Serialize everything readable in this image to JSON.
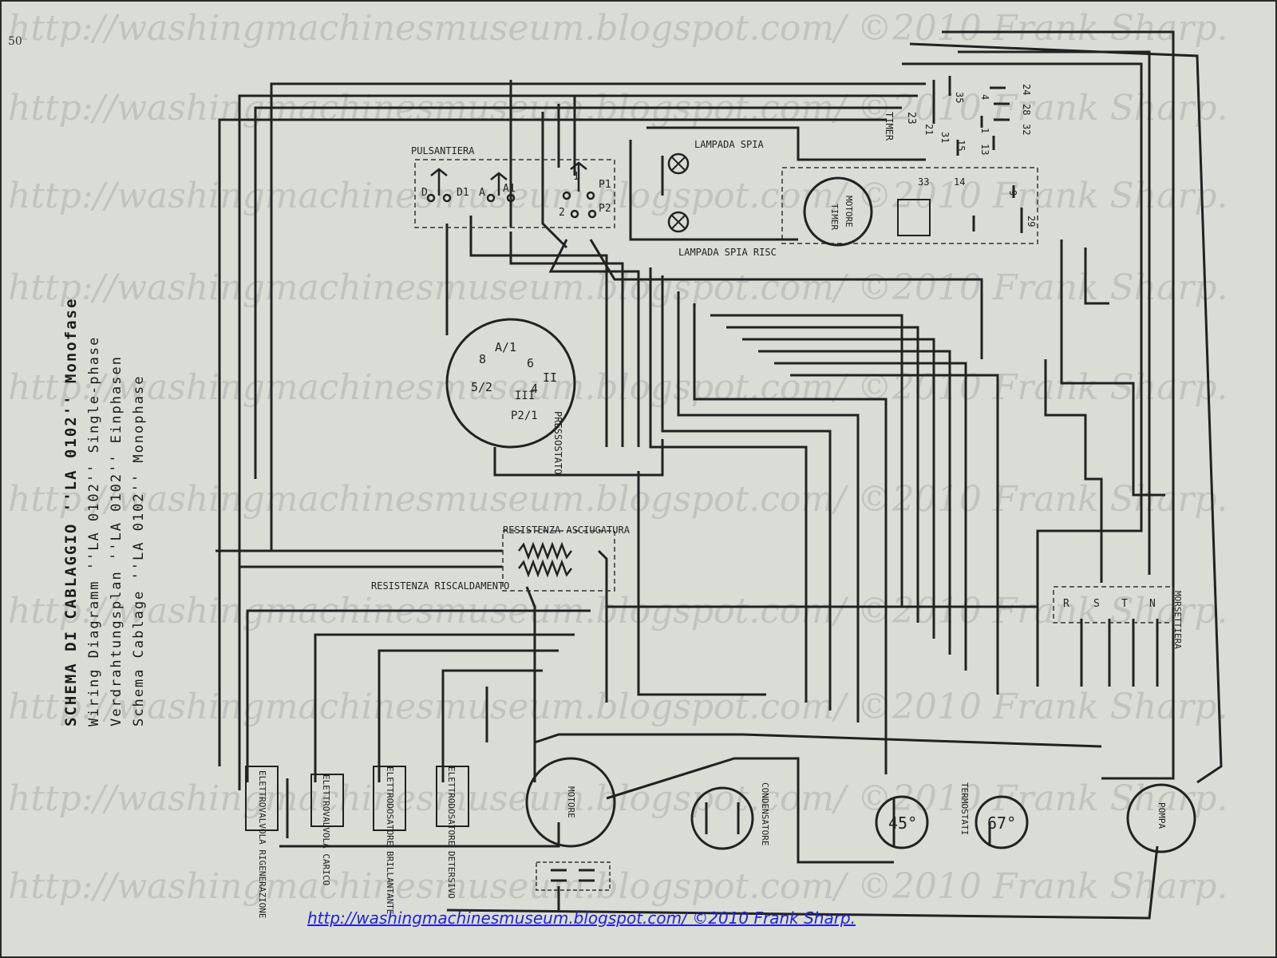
{
  "page_number": "50",
  "watermark_text": "http://washingmachinesmuseum.blogspot.com/ ©2010 Frank Sharp.",
  "title_lines": [
    "SCHEMA DI CABLAGGIO ''LA 0102'' Monofase",
    "Wiring Diagramm ''LA 0102'' Single-phase",
    "Verdrahtungsplan ''LA 0102'' Einphasen",
    "Schema Cablage ''LA 0102'' Monophase"
  ],
  "labels": {
    "pulsantiera": "PULSANTIERA",
    "lampada_spia": "LAMPADA SPIA",
    "lampada_spia_risc": "LAMPADA SPIA RISC",
    "timer": "TIMER",
    "motore_timer_a": "MOTORE",
    "motore_timer_b": "TIMER",
    "pressostato": "PRESSOSTATO",
    "resistenza_asciugatura": "RESISTENZA ASCIUGATURA",
    "resistenza_riscaldamento": "RESISTENZA RISCALDAMENTO",
    "morsettiera": "MORSETTIERA",
    "motore": "MOTORE",
    "condensatore": "CONDENSATORE",
    "termostati": "TERMOSTATI",
    "pompa": "POMPA",
    "term1": "45°",
    "term2": "67°",
    "ev_rigenerazione": "ELETTROVALVOLA RIGENERAZIONE",
    "ev_carico": "ELETTROVALVOLA CARICO",
    "ed_brillantante": "ELETTRODOSATORE BRILLANTANTE",
    "ed_detersivo": "ELETTRODOSATORE DETERSIVO"
  },
  "button_labels": [
    "D",
    "D1",
    "A",
    "A1",
    "1",
    "P1",
    "2",
    "P2"
  ],
  "pressostato_pins": [
    "A/1",
    "6",
    "II",
    "8",
    "5/2",
    "III",
    "4",
    "P2/1"
  ],
  "timer_contacts": [
    "23",
    "21",
    "31",
    "35",
    "4",
    "15",
    "24",
    "28",
    "32",
    "1",
    "13",
    "14",
    "9",
    "33",
    "29"
  ],
  "morsettiera_terminals": [
    "R",
    "S",
    "T",
    "N"
  ],
  "footer_url": "http://washingmachinesmuseum.blogspot.com/ ©2010 Frank Sharp."
}
